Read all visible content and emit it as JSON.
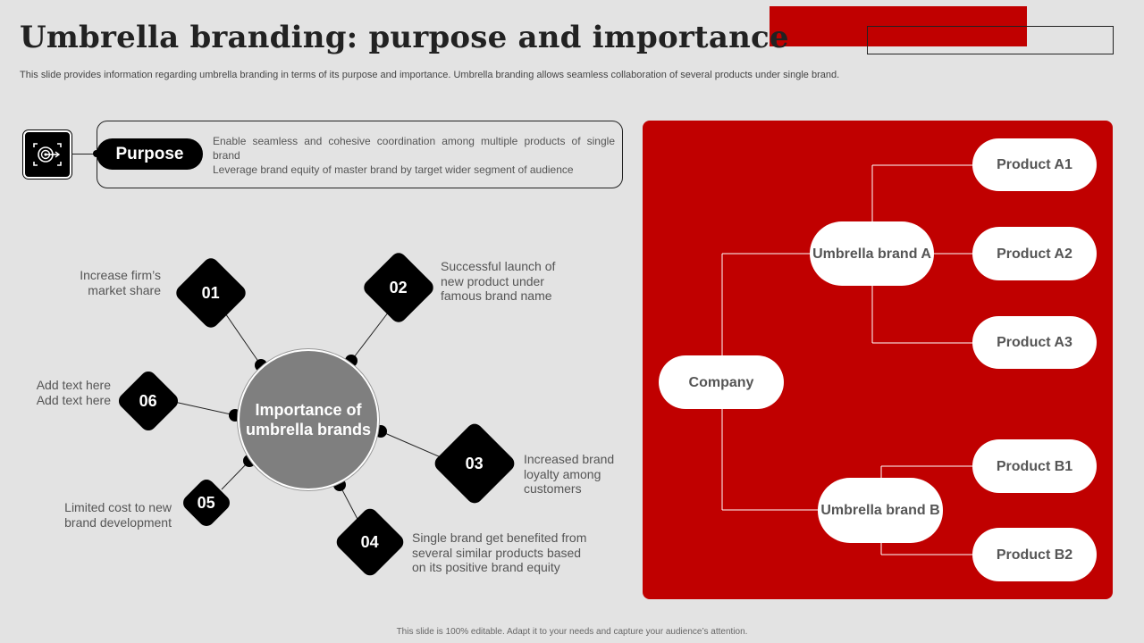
{
  "header": {
    "title": "Umbrella branding: purpose and importance",
    "subtitle": "This slide provides information regarding umbrella branding in terms of its purpose and importance. Umbrella branding allows seamless collaboration of several products under single brand."
  },
  "purpose": {
    "label": "Purpose",
    "icon": "target-icon",
    "line1": "Enable seamless and cohesive coordination among multiple products of single brand",
    "line2": "Leverage  brand equity of master brand  by target wider segment of audience"
  },
  "importance": {
    "center": "Importance of umbrella brands",
    "items": [
      {
        "num": "01",
        "text": "Increase firm’s market share"
      },
      {
        "num": "02",
        "text": "Successful launch of new product under famous brand name"
      },
      {
        "num": "03",
        "text": "Increased brand loyalty among customers"
      },
      {
        "num": "04",
        "text": "Single brand get benefited from several similar products based on its positive brand equity"
      },
      {
        "num": "05",
        "text": "Limited cost to new brand development"
      },
      {
        "num": "06",
        "text": "Add text here Add text here"
      }
    ]
  },
  "hierarchy": {
    "company": "Company",
    "brand_a": "Umbrella brand A",
    "brand_b": "Umbrella brand B",
    "products_a": [
      "Product A1",
      "Product A2",
      "Product A3"
    ],
    "products_b": [
      "Product B1",
      "Product B2"
    ]
  },
  "footer": "This slide is 100% editable.  Adapt it to your needs and capture your audience’s attention.",
  "colors": {
    "accent": "#c00000",
    "dark": "#000000",
    "hub": "#7f7f7f",
    "background": "#e3e3e3"
  }
}
